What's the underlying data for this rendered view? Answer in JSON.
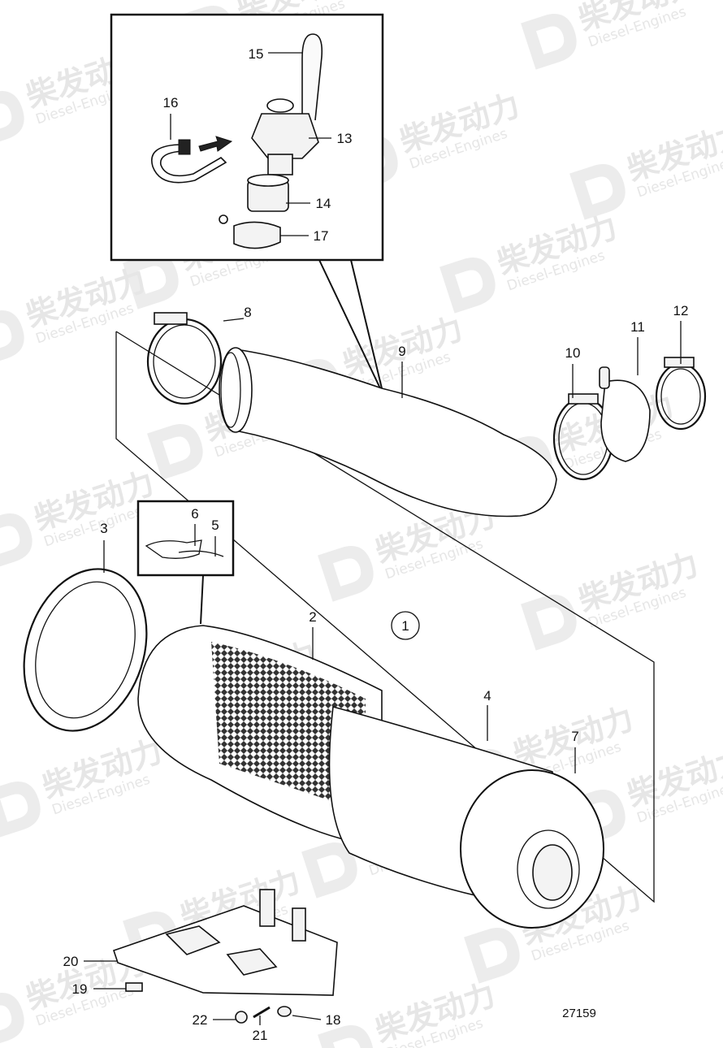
{
  "diagram": {
    "reference_number": "27159",
    "group_marker": "1",
    "part_labels": [
      "2",
      "3",
      "4",
      "5",
      "6",
      "7",
      "8",
      "9",
      "10",
      "11",
      "12",
      "13",
      "14",
      "15",
      "16",
      "17",
      "18",
      "19",
      "20",
      "21",
      "22"
    ]
  },
  "watermark": {
    "brand_cn": "柴发动力",
    "brand_en": "Diesel-Engines"
  }
}
